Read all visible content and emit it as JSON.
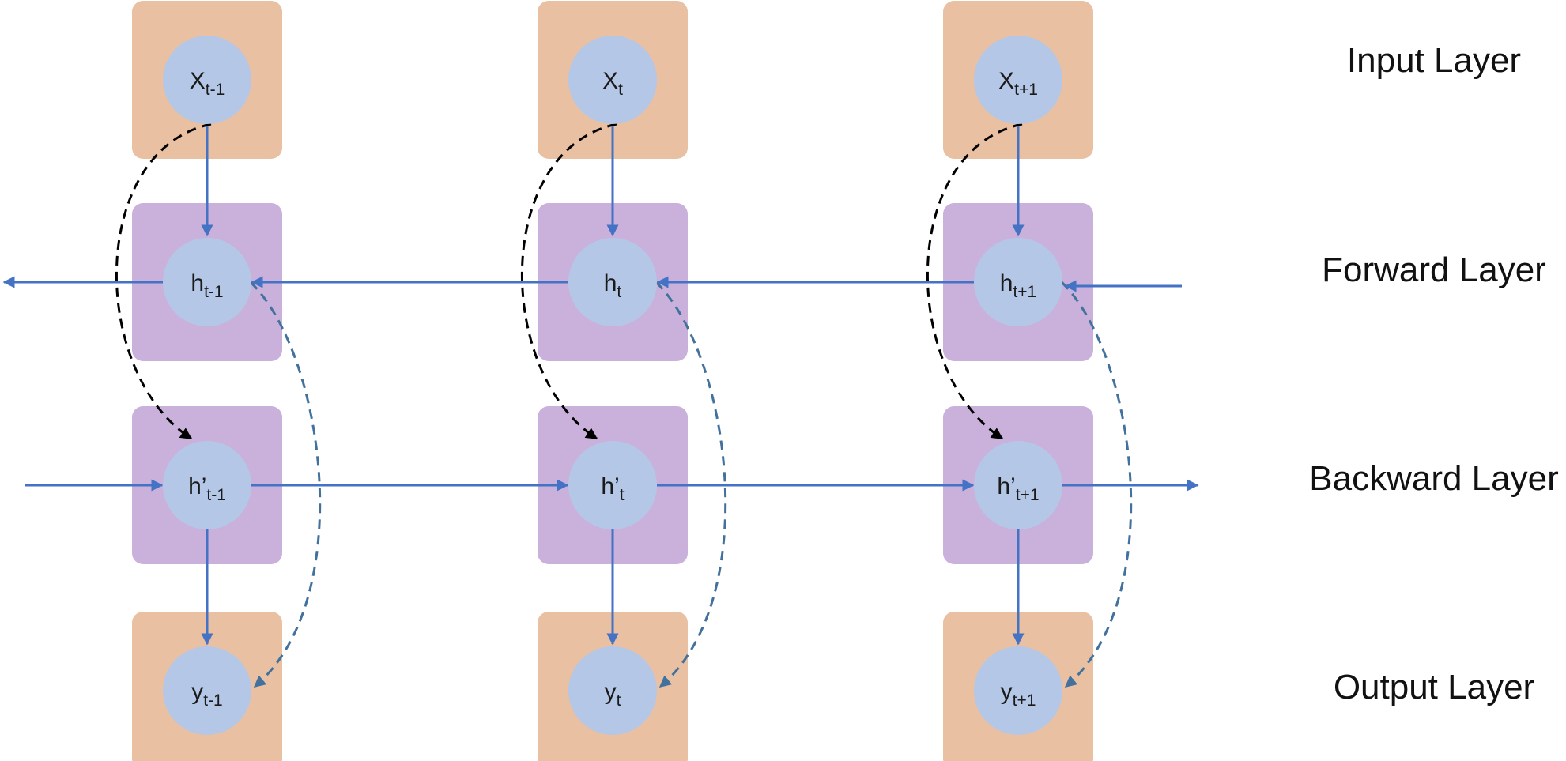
{
  "colors": {
    "io_box": "#E9C0A2",
    "hidden_box": "#C9B1DB",
    "node_circle": "#B4C7E7",
    "solid_arrow": "#4472C4",
    "black_dashed": "#000000",
    "blue_dashed": "#41719C"
  },
  "layer_labels": {
    "input": "Input Layer",
    "forward": "Forward Layer",
    "backward": "Backward Layer",
    "output": "Output Layer"
  },
  "columns": [
    {
      "input": {
        "base": "X",
        "sub": "t-1"
      },
      "forward": {
        "base": "h",
        "sub": "t-1"
      },
      "backward": {
        "base": "h’",
        "sub": "t-1"
      },
      "output": {
        "base": "y",
        "sub": "t-1"
      }
    },
    {
      "input": {
        "base": "X",
        "sub": "t"
      },
      "forward": {
        "base": "h",
        "sub": "t"
      },
      "backward": {
        "base": "h’",
        "sub": "t"
      },
      "output": {
        "base": "y",
        "sub": "t"
      }
    },
    {
      "input": {
        "base": "X",
        "sub": "t+1"
      },
      "forward": {
        "base": "h",
        "sub": "t+1"
      },
      "backward": {
        "base": "h’",
        "sub": "t+1"
      },
      "output": {
        "base": "y",
        "sub": "t+1"
      }
    }
  ]
}
